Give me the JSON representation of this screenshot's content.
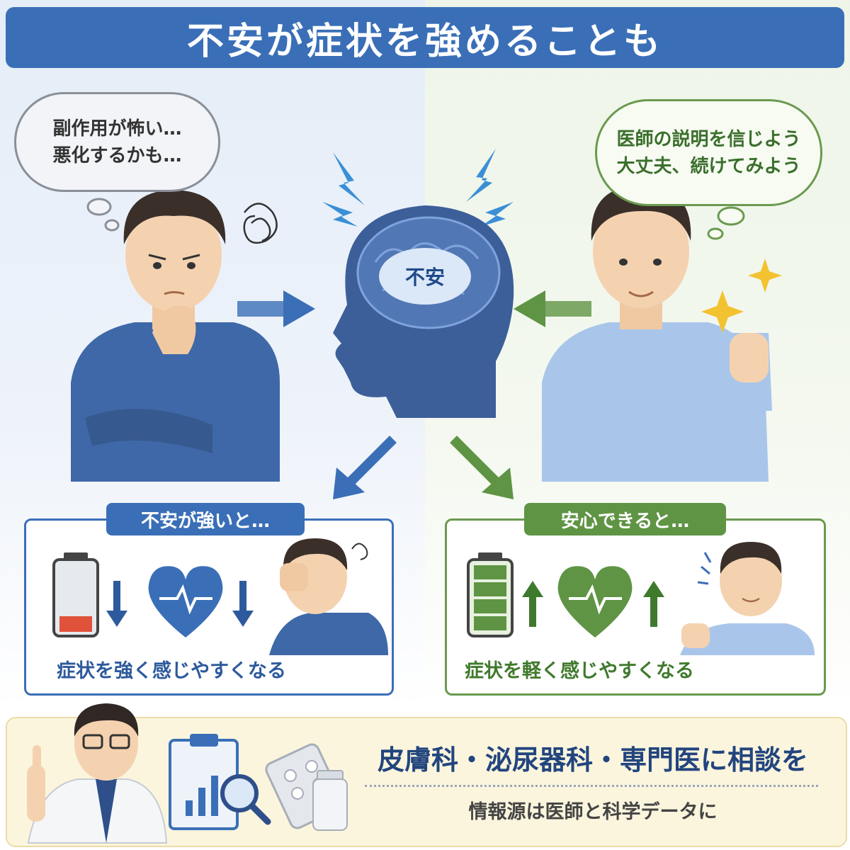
{
  "header": {
    "title": "不安が症状を強めることも"
  },
  "thoughts": {
    "anxious": [
      "副作用が怖い…",
      "悪化するかも…"
    ],
    "reassured": [
      "医師の説明を信じよう",
      "大丈夫、続けてみよう"
    ]
  },
  "center": {
    "brain_label": "不安"
  },
  "panels": {
    "anxious": {
      "label": "不安が強いと…",
      "caption": "症状を強く感じやすくなる"
    },
    "reassured": {
      "label": "安心できると…",
      "caption": "症状を軽く感じやすくなる"
    }
  },
  "advice": {
    "main": "皮膚科・泌尿器科・専門医に相談を",
    "sub": "情報源は医師と科学データに"
  },
  "colors": {
    "blue": "#3a6fb7",
    "green": "#5f9444",
    "battery_low": "#e0523a"
  }
}
